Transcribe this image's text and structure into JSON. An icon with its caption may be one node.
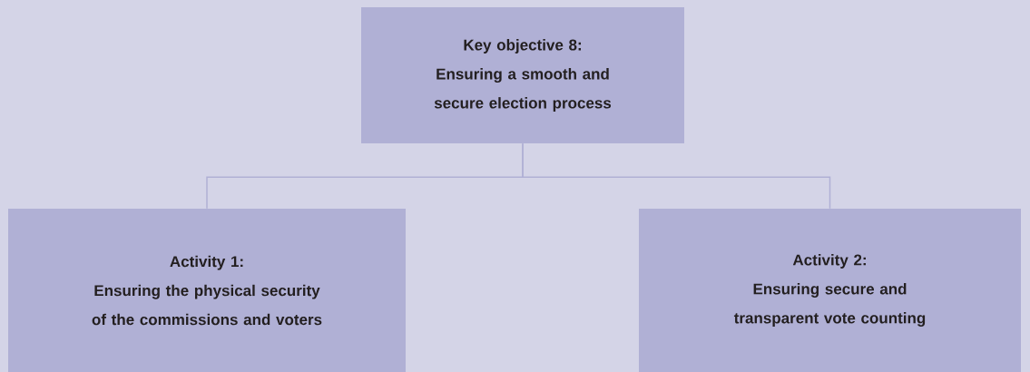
{
  "diagram": {
    "nodes": [
      {
        "text": [
          "Key objective 8:",
          "Ensuring a smooth and secure election process"
        ]
      },
      {
        "text": [
          "Activity 1:",
          "Ensuring the physical security of the commissions and voters"
        ]
      },
      {
        "text": [
          "Activity 2:",
          "Ensuring secure and transparent vote counting"
        ]
      }
    ],
    "edges": [
      {
        "from": 0,
        "to": 1,
        "arrow": "none"
      },
      {
        "from": 0,
        "to": 2,
        "arrow": "none"
      }
    ]
  }
}
